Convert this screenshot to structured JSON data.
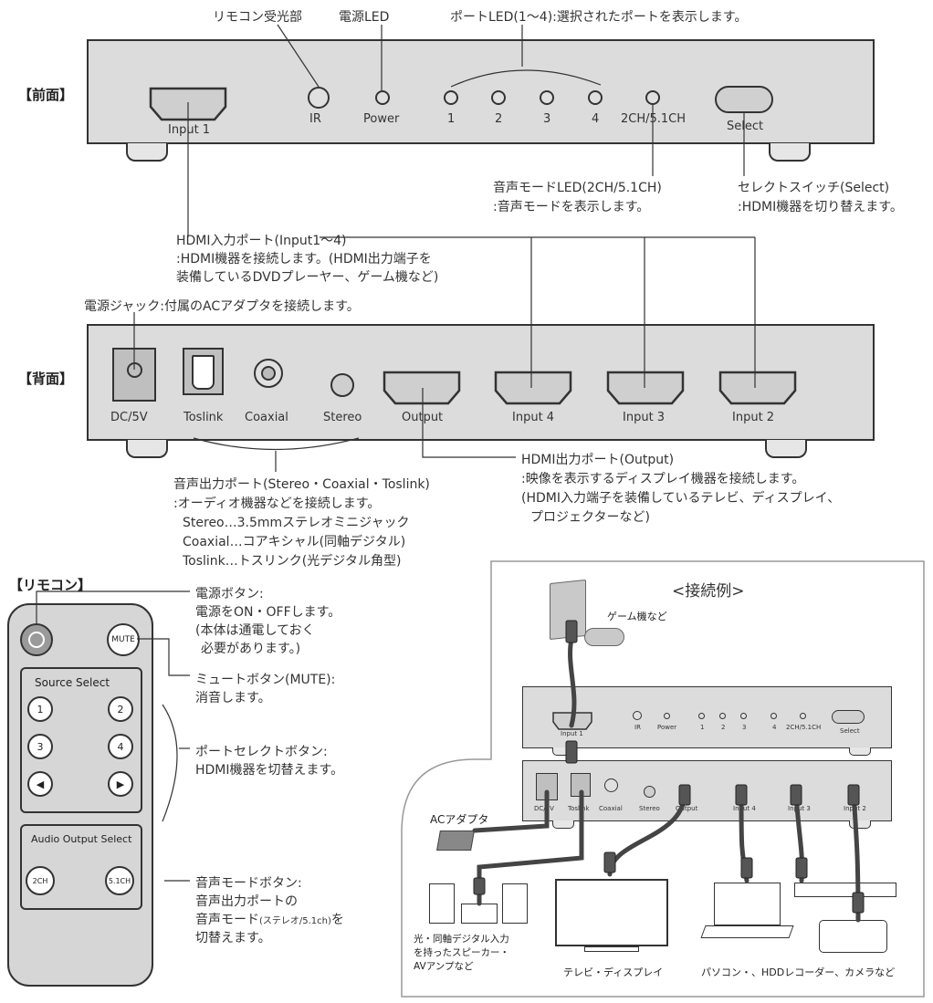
{
  "front": {
    "section_label": "【前面】",
    "callouts": {
      "ir": "リモコン受光部",
      "power_led": "電源LED",
      "port_led": "ポートLED(1〜4):選択されたポートを表示します。",
      "audio_mode_led_1": "音声モードLED(2CH/5.1CH)",
      "audio_mode_led_2": ":音声モードを表示します。",
      "select_1": "セレクトスイッチ(Select)",
      "select_2": ":HDMI機器を切り替えます。"
    },
    "labels": {
      "input1": "Input 1",
      "ir": "IR",
      "power": "Power",
      "led1": "1",
      "led2": "2",
      "led3": "3",
      "led4": "4",
      "mode": "2CH/5.1CH",
      "select": "Select"
    }
  },
  "hdmi_input_note": {
    "line1": "HDMI入力ポート(Input1〜4)",
    "line2": ":HDMI機器を接続します。(HDMI出力端子を",
    "line3": "装備しているDVDプレーヤー、ゲーム機など)"
  },
  "power_jack_note": "電源ジャック:付属のACアダプタを接続します。",
  "back": {
    "section_label": "【背面】",
    "labels": {
      "dc": "DC/5V",
      "toslink": "Toslink",
      "coaxial": "Coaxial",
      "stereo": "Stereo",
      "output": "Output",
      "input4": "Input 4",
      "input3": "Input 3",
      "input2": "Input 2"
    }
  },
  "audio_out_note": {
    "line1": "音声出力ポート(Stereo・Coaxial・Toslink)",
    "line2": ":オーディオ機器などを接続します。",
    "line3": "Stereo…3.5mmステレオミニジャック",
    "line4": "Coaxial…コアキシャル(同軸デジタル)",
    "line5": "Toslink…トスリンク(光デジタル角型)"
  },
  "hdmi_output_note": {
    "line1": "HDMI出力ポート(Output)",
    "line2": ":映像を表示するディスプレイ機器を接続します。",
    "line3": "(HDMI入力端子を装備しているテレビ、ディスプレイ、",
    "line4": "プロジェクターなど)"
  },
  "remote": {
    "section_label": "【リモコン】",
    "mute": "MUTE",
    "source_title": "Source Select",
    "b1": "1",
    "b2": "2",
    "b3": "3",
    "b4": "4",
    "audio_title": "Audio Output Select",
    "b2ch": "2CH",
    "b51ch": "5.1CH",
    "notes": {
      "power1": "電源ボタン:",
      "power2": "電源をON・OFFします。",
      "power3": "(本体は通電しておく",
      "power4": "必要があります。)",
      "mute1": "ミュートボタン(MUTE):",
      "mute2": "消音します。",
      "port1": "ポートセレクトボタン:",
      "port2": "HDMI機器を切替えます。",
      "audio1": "音声モードボタン:",
      "audio2": "音声出力ポートの",
      "audio3a": "音声モード",
      "audio3b": "(ステレオ/5.1ch)",
      "audio3c": "を",
      "audio4": "切替えます。"
    }
  },
  "example": {
    "title": "<接続例>",
    "game": "ゲーム機など",
    "ac": "ACアダプタ",
    "speaker1": "光・同軸デジタル入力",
    "speaker2": "を持ったスピーカー・",
    "speaker3": "AVアンプなど",
    "tv": "テレビ・ディスプレイ",
    "devices": "パソコン・、HDDレコーダー、カメラなど",
    "front_labels": {
      "input1": "Input 1",
      "ir": "IR",
      "power": "Power",
      "l1": "1",
      "l2": "2",
      "l3": "3",
      "l4": "4",
      "mode": "2CH/5.1CH",
      "select": "Select"
    },
    "back_labels": {
      "dc": "DC/5V",
      "toslink": "Toslink",
      "coaxial": "Coaxial",
      "stereo": "Stereo",
      "output": "Output",
      "input4": "Input 4",
      "input3": "Input 3",
      "input2": "Input 2"
    }
  },
  "colors": {
    "panel": "#dcdcdc",
    "line": "#333333",
    "cable": "#444444",
    "example_bg": "#ffffff"
  }
}
